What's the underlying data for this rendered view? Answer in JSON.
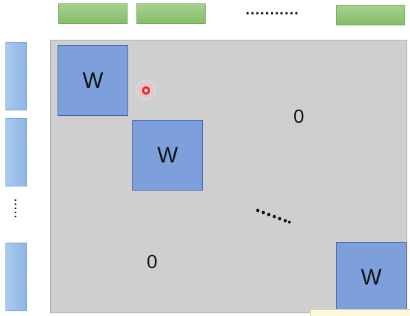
{
  "top_row": {
    "ellipsis": "..........."
  },
  "left_column": {
    "ellipsis": "·\n·\n·\n·\n·"
  },
  "matrix": {
    "blocks": [
      "W",
      "W",
      "W"
    ],
    "zero_upper": "0",
    "zero_lower": "0"
  },
  "colors": {
    "green_bar": "#8cc472",
    "blue_bar": "#9bbfea",
    "block_fill": "#7da0dc",
    "matrix_bg": "#cfcfcf",
    "pointer": "#e8262b"
  }
}
